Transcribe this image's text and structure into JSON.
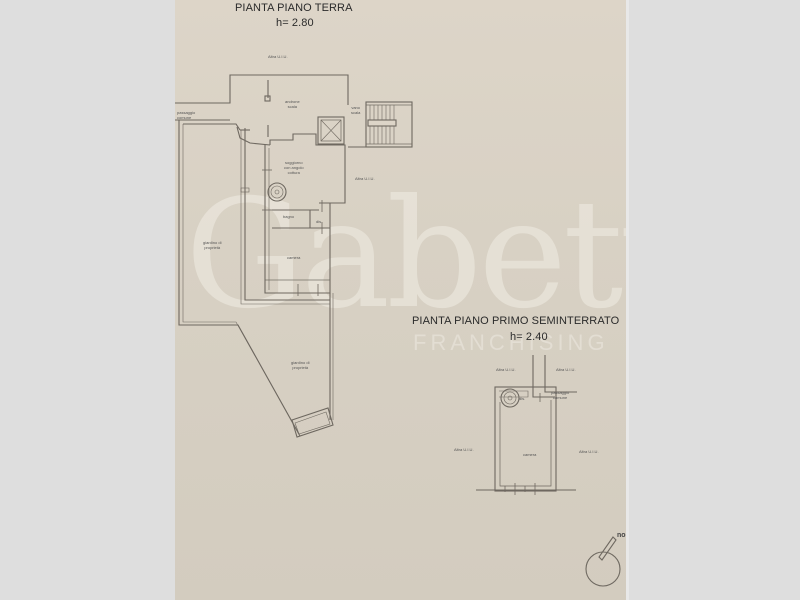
{
  "ground_floor": {
    "title": "PIANTA PIANO TERRA",
    "height": "h= 2.80",
    "labels": {
      "altra_top": "Altra U.I.U.",
      "passaggio_line1": "passaggio",
      "passaggio_line2": "comune",
      "androne_line1": "androne",
      "androne_line2": "scala",
      "vano_line1": "vano",
      "vano_line2": "scala",
      "soggiorno_line1": "soggiorno",
      "soggiorno_line2": "con angolo",
      "soggiorno_line3": "cottura",
      "altra_right": "Altra U.I.U.",
      "bagno": "bagno",
      "disimpegno": "dis.",
      "camera": "camera",
      "giardino1_line1": "giardino di",
      "giardino1_line2": "proprietà",
      "giardino2_line1": "giardino di",
      "giardino2_line2": "proprietà"
    }
  },
  "basement_floor": {
    "title": "PIANTA PIANO PRIMO SEMINTERRATO",
    "height": "h= 2.40",
    "labels": {
      "altra_tl": "Altra U.I.U.",
      "altra_tr": "Altra U.I.U.",
      "passaggio_line1": "passaggio",
      "passaggio_line2": "comune",
      "disimpegno": "dis.",
      "altra_left": "Altra U.I.U.",
      "camera": "camera",
      "altra_right": "Altra U.I.U."
    }
  },
  "watermark": {
    "brand": "Gabetti",
    "sub": "FRANCHISING"
  },
  "compass": {
    "label": "nord"
  },
  "colors": {
    "paper": "#d8d1c4",
    "line": "#6e6860",
    "margin": "#dedede"
  }
}
